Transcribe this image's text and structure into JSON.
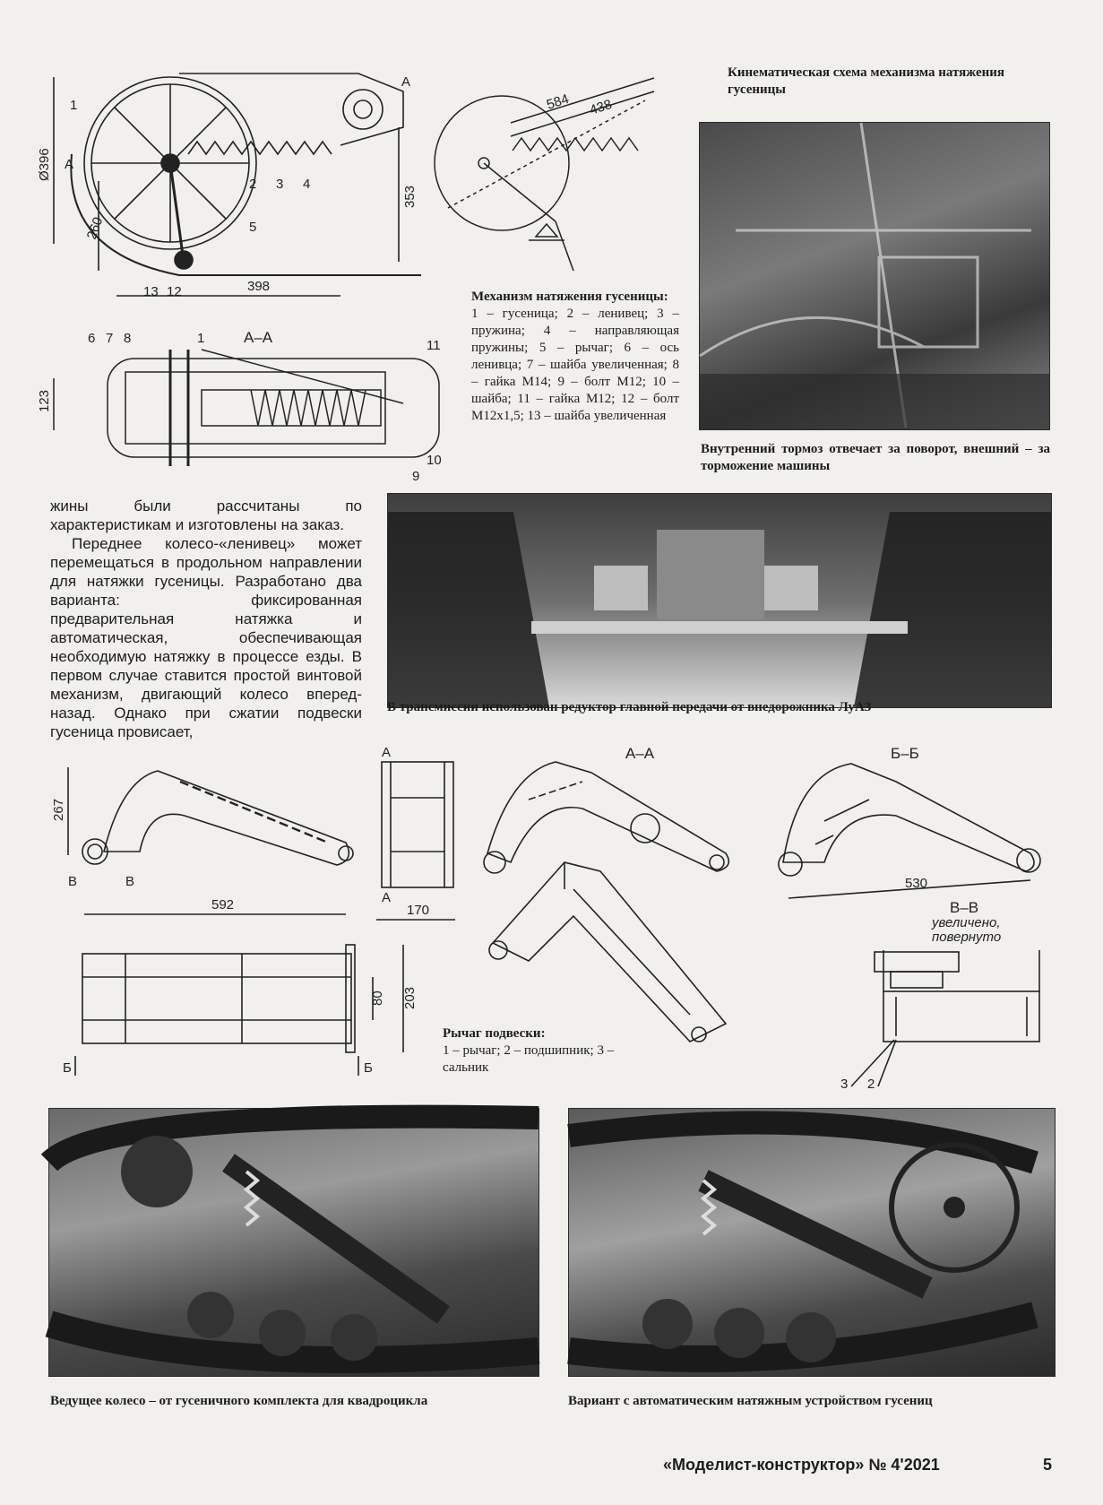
{
  "top_drawing": {
    "labels": [
      "1",
      "2",
      "3",
      "4",
      "5",
      "13",
      "12",
      "A",
      "A"
    ],
    "dims": [
      "Ø396",
      "353",
      "260",
      "398"
    ]
  },
  "section_aa_top": {
    "title": "А–А",
    "labels": [
      "6",
      "7",
      "8",
      "1",
      "11",
      "9",
      "10"
    ],
    "dims": [
      "123"
    ]
  },
  "kinematic": {
    "dims": [
      "584",
      "438"
    ],
    "caption": "Кинематическая схема механизма натяжения гусеницы"
  },
  "mechanism_caption": {
    "heading": "Механизм натяжения гусеницы:",
    "items": "1 – гусеница; 2 – ленивец; 3 – пружина; 4 – направляющая пружины; 5 – рычаг; 6 – ось ленивца; 7 – шайба увеличенная; 8 – гайка М14; 9 – болт М12; 10 – шайба; 11 – гайка М12; 12 – болт М12х1,5; 13 – шайба увеличенная"
  },
  "photo_brake_caption": "Внутренний тормоз отвечает за поворот, внешний – за торможение машины",
  "body_text": {
    "p1": "жины были рассчитаны по характеристикам и изготовлены на заказ.",
    "p2": "Переднее колесо-«ленивец» может перемещаться в продольном направлении для натяжки гусеницы. Разработано два варианта: фиксированная предварительная натяжка и автоматическая, обеспечивающая необходимую натяжку в процессе езды. В первом случае ставится простой винтовой механизм, двигающий колесо вперед-назад. Однако при сжатии подвески гусеница провисает,"
  },
  "photo_transmission_caption": "В трансмиссии использован редуктор главной передачи от внедорожника ЛуАЗ",
  "lever_drawings": {
    "side_dims": [
      "267",
      "592"
    ],
    "side_labels": [
      "В",
      "В"
    ],
    "front_dims": [
      "170"
    ],
    "front_labels": [
      "А",
      "А"
    ],
    "aa_title": "А–А",
    "bb_title": "Б–Б",
    "bb_dims": [
      "530"
    ],
    "top_dims": [
      "80",
      "203"
    ],
    "top_labels": [
      "Б",
      "Б"
    ],
    "vv_title": "В–В",
    "vv_note1": "увеличено,",
    "vv_note2": "повернуто",
    "vv_labels": [
      "3",
      "2"
    ]
  },
  "lever_caption": {
    "heading": "Рычаг подвески:",
    "items": "1 – рычаг; 2 – подшипник; 3 – сальник"
  },
  "photo_drive_caption": "Ведущее колесо – от гусеничного комплекта для квадроцикла",
  "photo_auto_caption": "Вариант с автоматическим натяжным устройством гусениц",
  "footer": {
    "magazine": "«Моделист-конструктор» № 4'2021",
    "page": "5"
  }
}
